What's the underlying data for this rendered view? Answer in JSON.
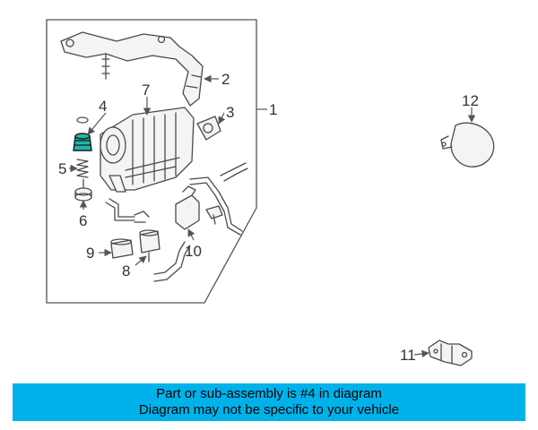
{
  "callouts": [
    {
      "id": "1",
      "label": "1"
    },
    {
      "id": "2",
      "label": "2"
    },
    {
      "id": "3",
      "label": "3"
    },
    {
      "id": "4",
      "label": "4"
    },
    {
      "id": "5",
      "label": "5"
    },
    {
      "id": "6",
      "label": "6"
    },
    {
      "id": "7",
      "label": "7"
    },
    {
      "id": "8",
      "label": "8"
    },
    {
      "id": "9",
      "label": "9"
    },
    {
      "id": "10",
      "label": "10"
    },
    {
      "id": "11",
      "label": "11"
    },
    {
      "id": "12",
      "label": "12"
    }
  ],
  "highlight": {
    "part": "4",
    "color": "#1fb6a6"
  },
  "banner": {
    "line1": "Part or sub-assembly is #4 in diagram",
    "line2": "Diagram may not be specific to your vehicle",
    "color": "#00b2ea"
  }
}
